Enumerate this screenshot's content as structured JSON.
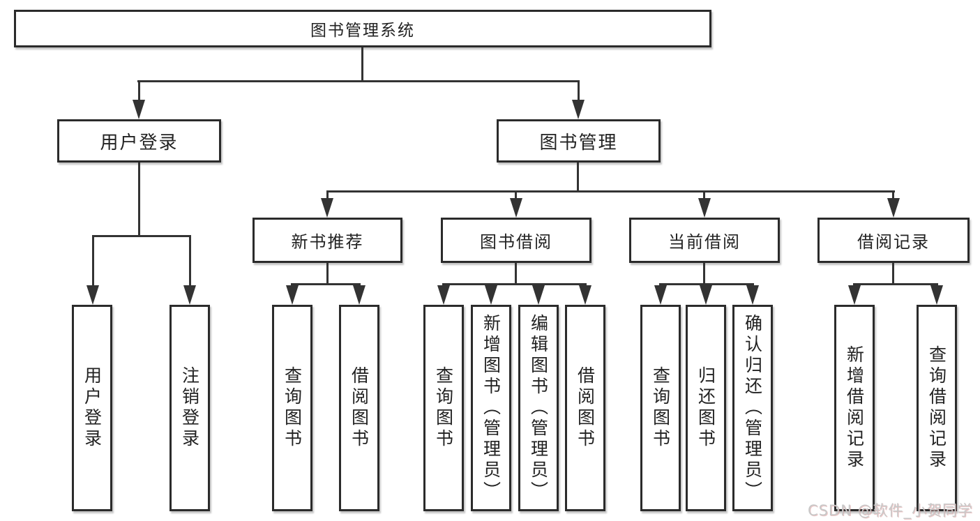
{
  "diagram": {
    "root": {
      "label": "图书管理系统"
    },
    "level2": [
      {
        "label": "用户登录"
      },
      {
        "label": "图书管理"
      }
    ],
    "level3": [
      {
        "label": "新书推荐"
      },
      {
        "label": "图书借阅"
      },
      {
        "label": "当前借阅"
      },
      {
        "label": "借阅记录"
      }
    ],
    "level4": [
      {
        "label": "用户登录",
        "parent": "用户登录"
      },
      {
        "label": "注销登录",
        "parent": "用户登录"
      },
      {
        "label": "查询图书",
        "parent": "新书推荐"
      },
      {
        "label": "借阅图书",
        "parent": "新书推荐"
      },
      {
        "label": "查询图书",
        "parent": "图书借阅"
      },
      {
        "label": "新增图书（管理员）",
        "parent": "图书借阅"
      },
      {
        "label": "编辑图书（管理员）",
        "parent": "图书借阅"
      },
      {
        "label": "借阅图书",
        "parent": "图书借阅"
      },
      {
        "label": "查询图书",
        "parent": "当前借阅"
      },
      {
        "label": "归还图书",
        "parent": "当前借阅"
      },
      {
        "label": "确认归还（管理员）",
        "parent": "当前借阅"
      },
      {
        "label": "新增借阅记录",
        "parent": "借阅记录"
      },
      {
        "label": "查询借阅记录",
        "parent": "借阅记录"
      }
    ]
  },
  "watermark": {
    "text": "CSDN @软件_小贺同学"
  },
  "colors": {
    "line": "#333333",
    "box_border": "#2b2b2b",
    "text": "#222222",
    "watermark": "#c8c8c8",
    "background": "#ffffff"
  }
}
